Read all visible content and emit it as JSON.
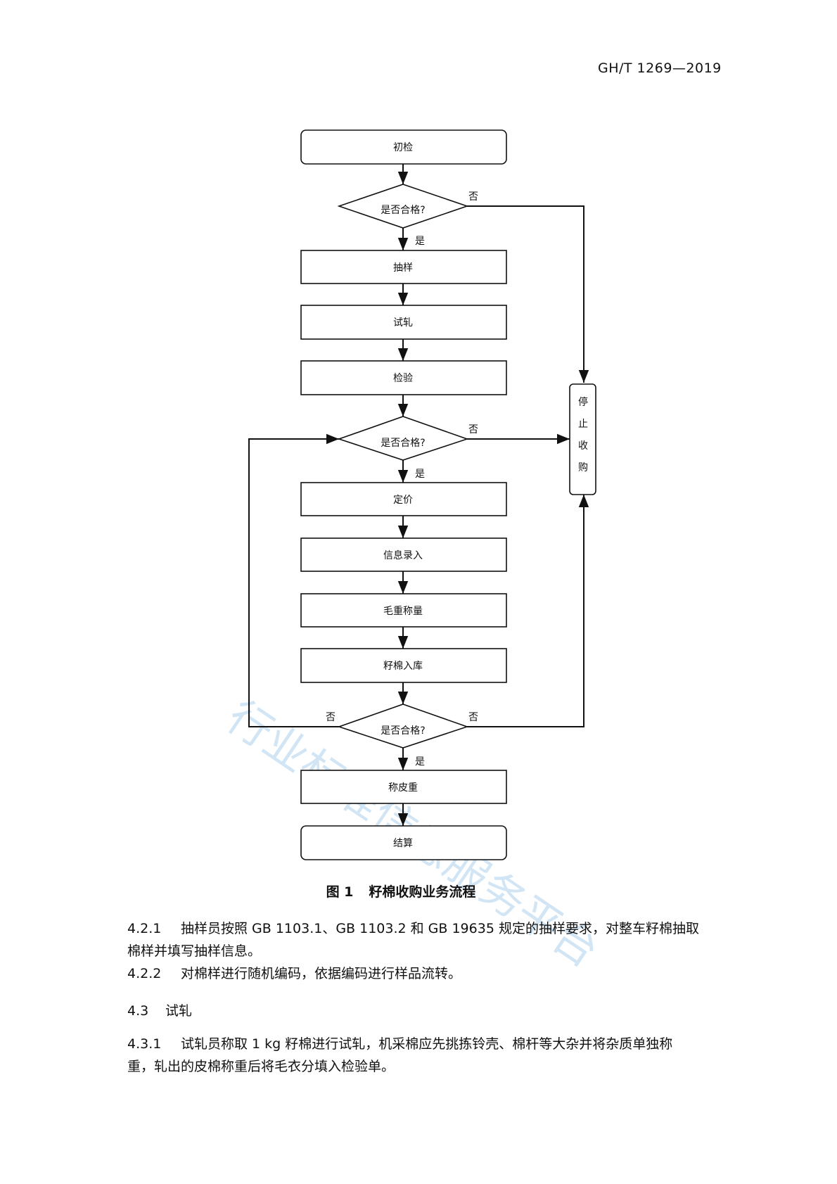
{
  "header": {
    "standard_code": "GH/T 1269—2019"
  },
  "flowchart": {
    "nodes": {
      "chujian": "初检",
      "decision1": "是否合格?",
      "chouyang": "抽样",
      "shiya": "试轧",
      "jianyan": "检验",
      "decision2": "是否合格?",
      "dingjia": "定价",
      "xinxi": "信息录入",
      "maozhong": "毛重称量",
      "ruku": "籽棉入库",
      "decision3": "是否合格?",
      "pizhong": "称皮重",
      "jiesuan": "结算",
      "stop": [
        "停",
        "止",
        "收",
        "购"
      ]
    },
    "labels": {
      "yes": "是",
      "no": "否"
    }
  },
  "figure_caption": {
    "number": "图 1",
    "title": "籽棉收购业务流程"
  },
  "paragraphs": {
    "p421": {
      "num": "4.2.1",
      "line1": "抽样员按照 GB 1103.1、GB 1103.2 和 GB 19635 规定的抽样要求，对整车籽棉抽取",
      "line2": "棉样并填写抽样信息。"
    },
    "p422": {
      "num": "4.2.2",
      "text": "对棉样进行随机编码，依据编码进行样品流转。"
    },
    "sec43": {
      "num": "4.3",
      "title": "试轧"
    },
    "p431": {
      "num": "4.3.1",
      "line1": "试轧员称取 1 kg 籽棉进行试轧，机采棉应先挑拣铃壳、棉杆等大杂并将杂质单独称",
      "line2": "重，轧出的皮棉称重后将毛衣分填入检验单。"
    }
  },
  "watermark": "行业标准信息服务平台"
}
